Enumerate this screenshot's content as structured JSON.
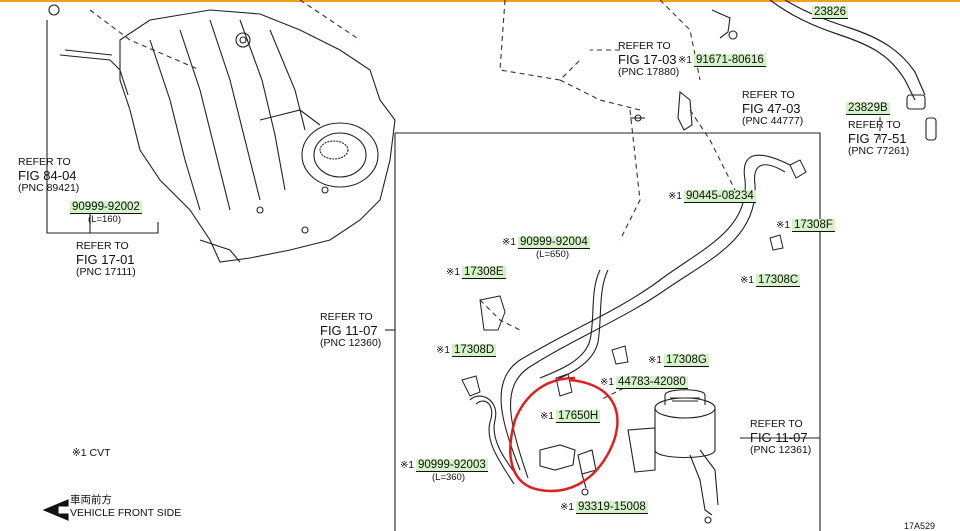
{
  "colors": {
    "top_border": "#f0a020",
    "part_highlight": "#d6f2c9",
    "circle_mark": "#e02020"
  },
  "labels": {
    "refer_84_04": {
      "l1": "REFER TO",
      "l2": "FIG 84-04",
      "l3": "(PNC 89421)"
    },
    "refer_17_01": {
      "l1": "REFER TO",
      "l2": "FIG 17-01",
      "l3": "(PNC 17111)"
    },
    "refer_17_03": {
      "l1": "REFER TO",
      "l2": "FIG 17-03",
      "l3": "(PNC 17880)"
    },
    "refer_47_03": {
      "l1": "REFER TO",
      "l2": "FIG 47-03",
      "l3": "(PNC 44777)"
    },
    "refer_77_51": {
      "l1": "REFER TO",
      "l2": "FIG 77-51",
      "l3": "(PNC 77261)"
    },
    "refer_11_07_a": {
      "l1": "REFER TO",
      "l2": "FIG 11-07",
      "l3": "(PNC 12360)"
    },
    "refer_11_07_b": {
      "l1": "REFER TO",
      "l2": "FIG 11-07",
      "l3": "(PNC 12361)"
    }
  },
  "parts": {
    "p23826": {
      "mark": "",
      "num": "23826"
    },
    "p23829b": {
      "mark": "",
      "num": "23829B"
    },
    "p91671": {
      "mark": "※1",
      "num": "91671-80616"
    },
    "p90999_92002": {
      "mark": "",
      "num": "90999-92002",
      "sub": "(L=160)"
    },
    "p90445": {
      "mark": "※1",
      "num": "90445-08234"
    },
    "p17308f": {
      "mark": "※1",
      "num": "17308F"
    },
    "p90999_92004": {
      "mark": "※1",
      "num": "90999-92004",
      "sub": "(L=650)"
    },
    "p17308c": {
      "mark": "※1",
      "num": "17308C"
    },
    "p17308e": {
      "mark": "※1",
      "num": "17308E"
    },
    "p17308d": {
      "mark": "※1",
      "num": "17308D"
    },
    "p17308g": {
      "mark": "※1",
      "num": "17308G"
    },
    "p44783": {
      "mark": "※1",
      "num": "44783-42080"
    },
    "p17650h": {
      "mark": "※1",
      "num": "17650H"
    },
    "p90999_92003": {
      "mark": "※1",
      "num": "90999-92003",
      "sub": "(L=360)"
    },
    "p93319": {
      "mark": "※1",
      "num": "93319-15008"
    }
  },
  "notes": {
    "cvt": "※1  CVT",
    "front_jp": "車両前方",
    "front_en": "VEHICLE FRONT SIDE",
    "fig_code": "17A529"
  }
}
